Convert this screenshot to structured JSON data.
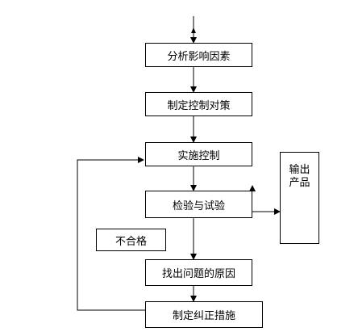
{
  "flow": {
    "analyze": "分析影响因素",
    "plan": "制定控制对策",
    "implement": "实施控制",
    "inspect": "检验与试验",
    "find_cause": "找出问题的原因",
    "corrective": "制定纠正措施",
    "output": "输出产品",
    "fail_label": "不合格"
  },
  "colors": {
    "line": "#000000",
    "box_border": "#000000",
    "background": "#ffffff"
  }
}
